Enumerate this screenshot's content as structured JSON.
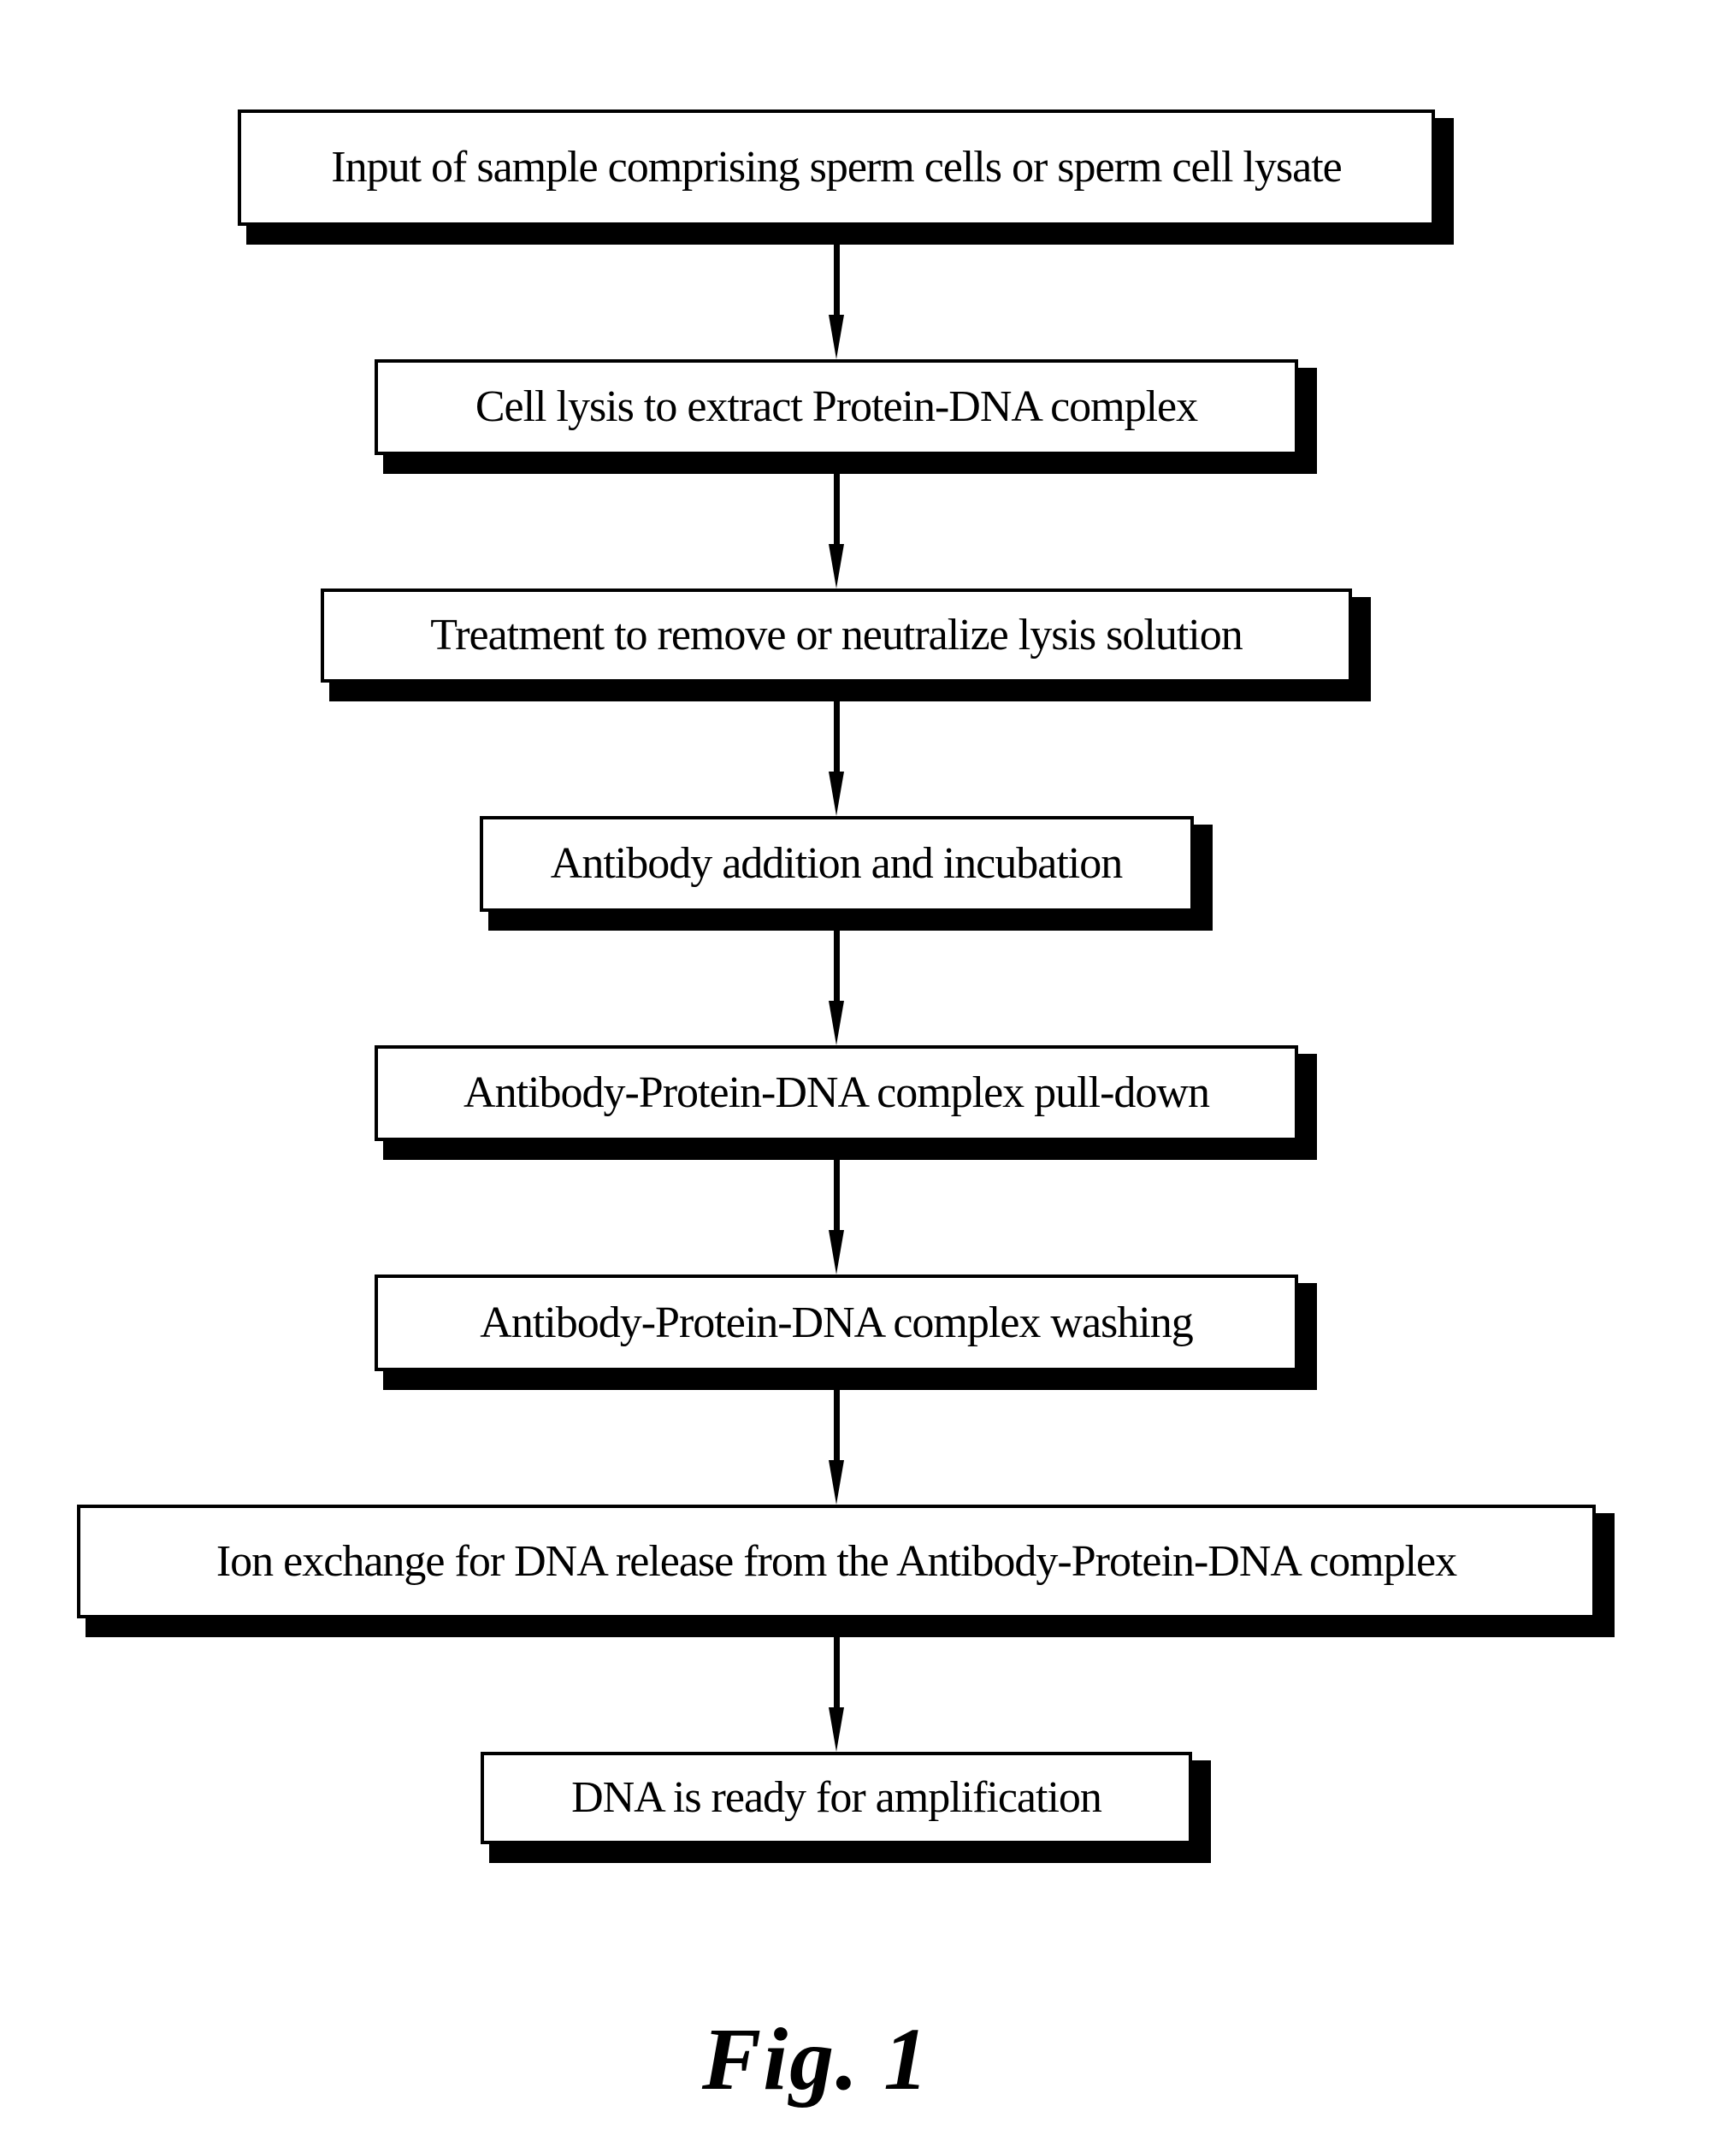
{
  "figure": {
    "caption": "Fig. 1",
    "diagram_type": "flowchart",
    "flow_direction": "top-to-bottom",
    "colors": {
      "background": "#ffffff",
      "box_fill": "#ffffff",
      "box_border": "#000000",
      "box_shadow": "#000000",
      "text": "#000000",
      "arrow": "#000000"
    },
    "steps": [
      "Input of sample comprising sperm cells or sperm cell lysate",
      "Cell lysis to extract Protein-DNA complex",
      "Treatment to remove or neutralize lysis solution",
      "Antibody addition and incubation",
      "Antibody-Protein-DNA complex pull-down",
      "Antibody-Protein-DNA complex washing",
      "Ion exchange for DNA release from the Antibody-Protein-DNA complex",
      "DNA is ready for amplification"
    ],
    "connections": [
      "step1->step2",
      "step2->step3",
      "step3->step4",
      "step4->step5",
      "step5->step6",
      "step6->step7",
      "step7->step8"
    ]
  }
}
